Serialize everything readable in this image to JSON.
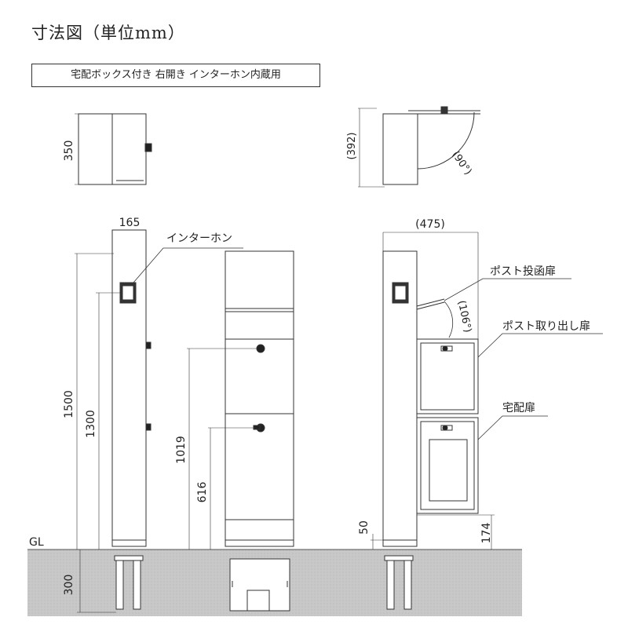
{
  "header": {
    "title": "寸法図（単位mm）",
    "subtitle": "宅配ボックス付き 右開き インターホン内蔵用"
  },
  "dimensions": {
    "top_depth": "350",
    "top_open_depth": "(392)",
    "open_angle": "(90°)",
    "width": "165",
    "open_width": "(475)",
    "height": "1500",
    "intercom_height": "1300",
    "upper_height": "1019",
    "lower_height": "616",
    "flap_angle": "(106°)",
    "base_height": "50",
    "door_bottom_height": "174",
    "embed_depth": "300"
  },
  "labels": {
    "intercom": "インターホン",
    "post_slot_door": "ポスト投函扉",
    "post_takeout_door": "ポスト取り出し扉",
    "delivery_door": "宅配扉",
    "ground_level": "GL"
  }
}
